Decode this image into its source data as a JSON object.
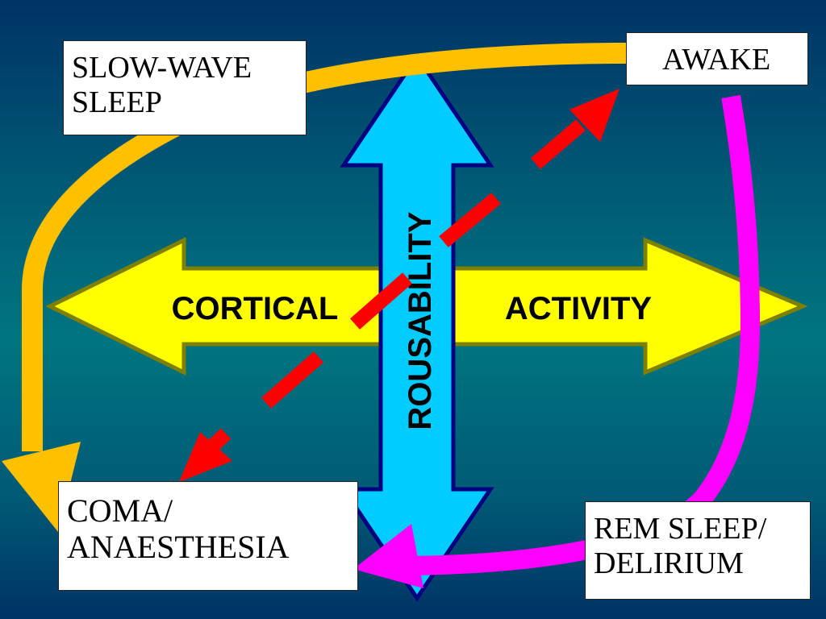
{
  "labels": {
    "slow_wave_line1": "SLOW-WAVE",
    "slow_wave_line2": "SLEEP",
    "awake": "AWAKE",
    "coma_line1": "COMA/",
    "coma_line2": "ANAESTHESIA",
    "rem_line1": "REM SLEEP/",
    "rem_line2": "DELIRIUM"
  },
  "arrows": {
    "horizontal_left_text": "CORTICAL",
    "horizontal_right_text": "ACTIVITY",
    "vertical_text": "ROUSABILITY"
  },
  "colors": {
    "horizontal_arrow": "#ffff00",
    "horizontal_arrow_border": "#808000",
    "vertical_arrow": "#00ccff",
    "vertical_arrow_border": "#000080",
    "slow_wave_path": "#ffc000",
    "rem_path": "#ff00ff",
    "dashed_path": "#ff0000"
  }
}
